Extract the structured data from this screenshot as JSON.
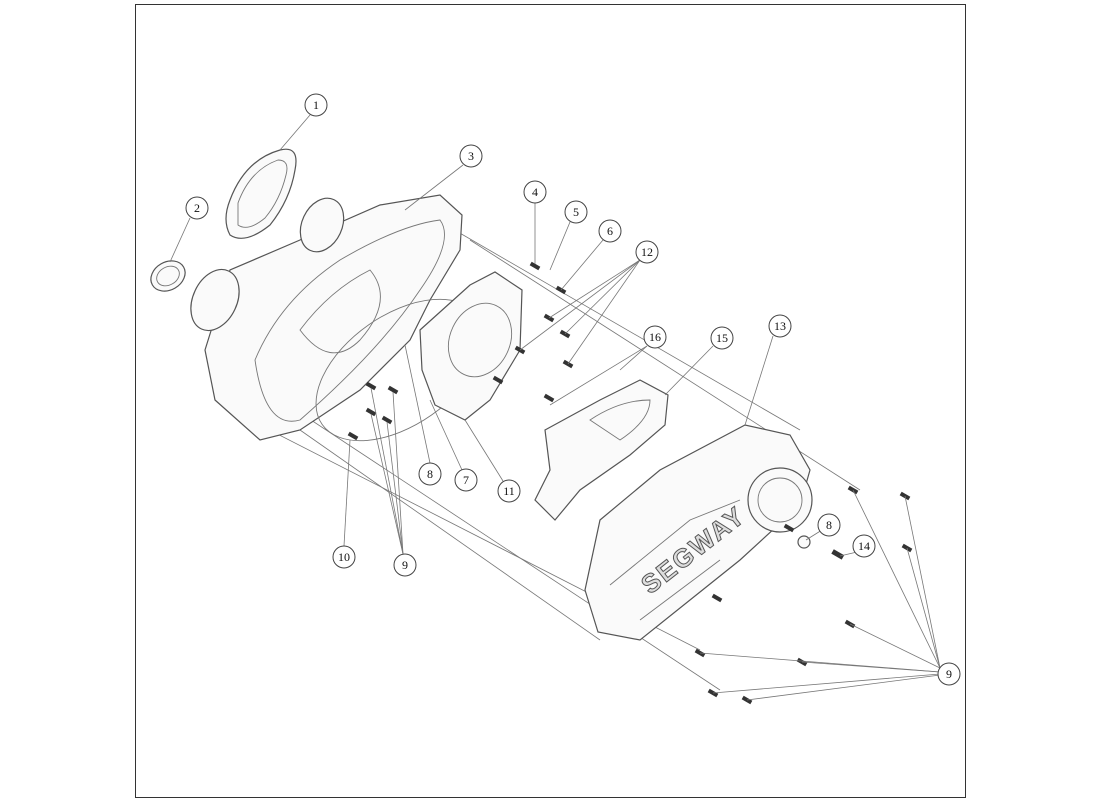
{
  "diagram": {
    "type": "exploded-parts-view",
    "logo_text": "SEGWAY",
    "callouts": [
      "1",
      "2",
      "3",
      "4",
      "5",
      "6",
      "12",
      "16",
      "15",
      "13",
      "8",
      "7",
      "11",
      "10",
      "9",
      "8",
      "14",
      "9"
    ]
  }
}
